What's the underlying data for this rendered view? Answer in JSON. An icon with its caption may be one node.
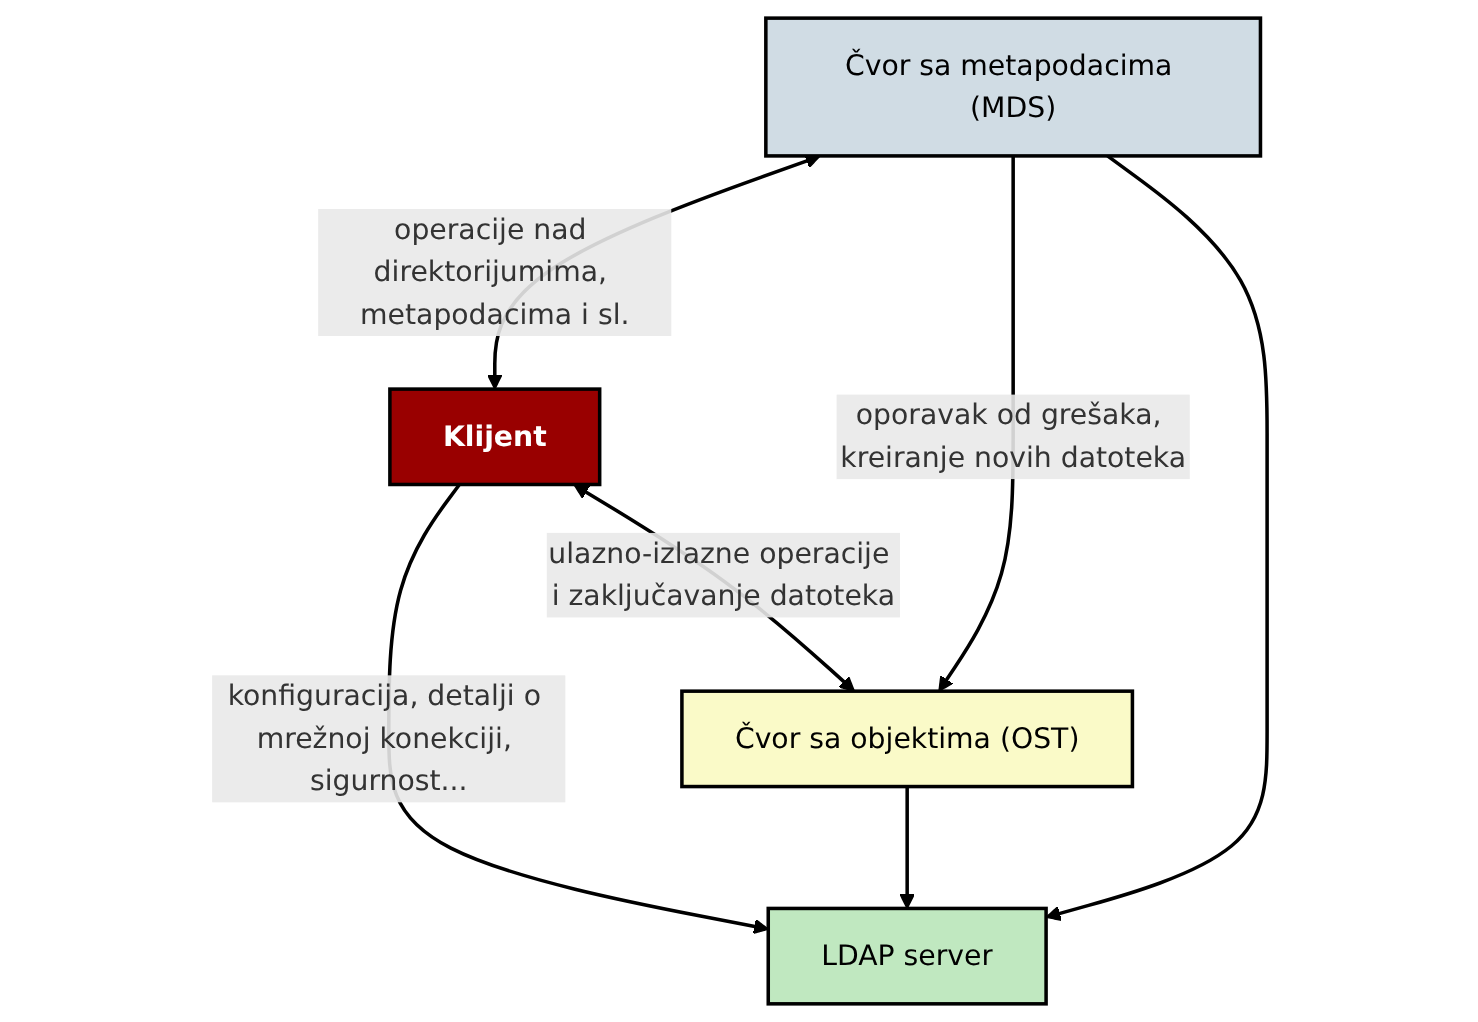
{
  "diagram": {
    "nodes": [
      {
        "text": [
          "LDAP server"
        ]
      },
      {
        "text": [
          "Klijent"
        ]
      },
      {
        "text": [
          "Čvor sa metapodacima (MDS)"
        ]
      },
      {
        "text": [
          "Čvor sa objektima (OST)"
        ]
      }
    ],
    "edges": [
      {
        "from": 1,
        "to": 0,
        "arrow": "to",
        "label": "konfiguracija, detalji o mrežnoj konekciji, sigurnost..."
      },
      {
        "from": 2,
        "to": 1,
        "arrow": "both",
        "label": "operacije nad direktorijumima, metapodacima i sl."
      },
      {
        "from": 1,
        "to": 3,
        "arrow": "both",
        "label": "ulazno-izlazne operacije i zaključavanje datoteka"
      },
      {
        "from": 2,
        "to": 3,
        "arrow": "to",
        "label": "oporavak od grešaka, kreiranje novih datoteka"
      },
      {
        "from": 2,
        "to": 0,
        "arrow": "to"
      },
      {
        "from": 3,
        "to": 0,
        "arrow": "to"
      }
    ]
  }
}
